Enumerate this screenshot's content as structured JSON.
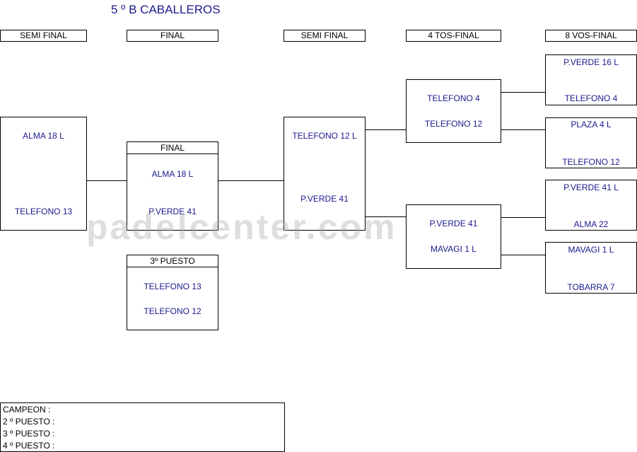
{
  "title": "5 º B CABALLEROS",
  "headers": [
    "SEMI FINAL",
    "FINAL",
    "SEMI FINAL",
    "4 TOS-FINAL",
    "8 VOS-FINAL"
  ],
  "semi_left": {
    "top": "ALMA 18 L",
    "bottom": "TELEFONO 13"
  },
  "final": {
    "label": "FINAL",
    "top": "ALMA 18  L",
    "bottom": "P.VERDE 41"
  },
  "third": {
    "label": "3º PUESTO",
    "top": "TELEFONO 13",
    "bottom": "TELEFONO 12"
  },
  "semi_right": {
    "top": "TELEFONO 12 L",
    "bottom": "P.VERDE 41"
  },
  "quarters": [
    {
      "top": "TELEFONO 4",
      "bottom": "TELEFONO 12"
    },
    {
      "top": "P.VERDE 41",
      "bottom": "MAVAGI 1 L"
    }
  ],
  "eighths": [
    {
      "top": "P.VERDE 16  L",
      "bottom": "TELEFONO 4"
    },
    {
      "top": "PLAZA 4  L",
      "bottom": "TELEFONO 12"
    },
    {
      "top": "P.VERDE 41 L",
      "bottom": "ALMA 22"
    },
    {
      "top": "MAVAGI 1  L",
      "bottom": "TOBARRA 7"
    }
  ],
  "watermark": "padelcenter.com",
  "results": [
    "CAMPEON :",
    "2 º PUESTO :",
    "3 º PUESTO :",
    "4 º PUESTO :"
  ],
  "colors": {
    "team_text": "#1a1a8c",
    "title": "#1a1a8c"
  }
}
